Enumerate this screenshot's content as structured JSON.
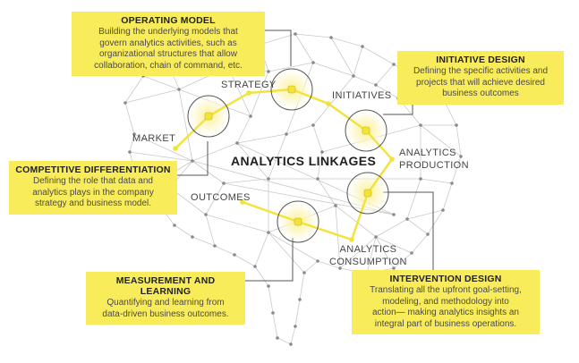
{
  "diagram": {
    "center_title": "ANALYTICS LINKAGES",
    "stages": {
      "market": "MARKET",
      "strategy": "STRATEGY",
      "initiatives": "INITIATIVES",
      "analytics_production": [
        "ANALYTICS",
        "PRODUCTION"
      ],
      "analytics_consumption": [
        "ANALYTICS",
        "CONSUMPTION"
      ],
      "outcomes": "OUTCOMES"
    },
    "callouts": {
      "operating_model": {
        "title": "OPERATING MODEL",
        "lines": [
          "Building the underlying models that",
          "govern analytics activities, such as",
          "organizational structures that allow",
          "collaboration, chain of command, etc."
        ]
      },
      "initiative_design": {
        "title": "INITIATIVE DESIGN",
        "lines": [
          "Defining the specific activities and",
          "projects that will achieve desired",
          "business outcomes"
        ]
      },
      "competitive_differentiation": {
        "title": "COMPETITIVE DIFFERENTIATION",
        "lines": [
          "Defining the role that data and",
          "analytics plays in the company",
          "strategy and business model."
        ]
      },
      "measurement_and_learning": {
        "title": "MEASUREMENT AND LEARNING",
        "lines": [
          "Quantifying and learning from",
          "data-driven business outcomes."
        ]
      },
      "intervention_design": {
        "title": "INTERVENTION DESIGN",
        "lines": [
          "Translating all the upfront goal-setting,",
          "modeling, and methodology into",
          "action— making analytics insights an",
          "integral part of business operations."
        ]
      }
    },
    "colors": {
      "callout_fill": "#f9ec5a",
      "path": "#f3e23a",
      "mesh": "#c6c6c6",
      "node": "#8a8a8a",
      "leader": "#555555"
    }
  }
}
